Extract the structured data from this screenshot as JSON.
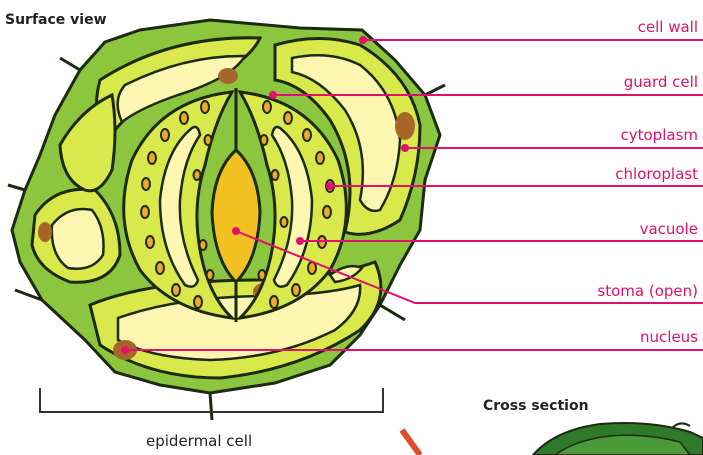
{
  "headings": {
    "surface_view": "Surface view",
    "cross_section": "Cross section"
  },
  "labels": {
    "cell_wall": "cell wall",
    "guard_cell": "guard cell",
    "cytoplasm": "cytoplasm",
    "chloroplast": "chloroplast",
    "vacuole": "vacuole",
    "stoma_open": "stoma (open)",
    "nucleus": "nucleus"
  },
  "captions": {
    "epidermal_cell": "epidermal cell"
  },
  "colors": {
    "label": "#e0106e",
    "outline": "#1c2a10",
    "wall": "#8cc63f",
    "cytoplasm": "#d9e84a",
    "vacuole": "#fdf6b0",
    "chloroplast": "#f0a828",
    "nucleus": "#a8652a",
    "stoma_pore": "#f2c222",
    "arrow": "#e04a2a",
    "cross_section": "#2f7a2a"
  }
}
